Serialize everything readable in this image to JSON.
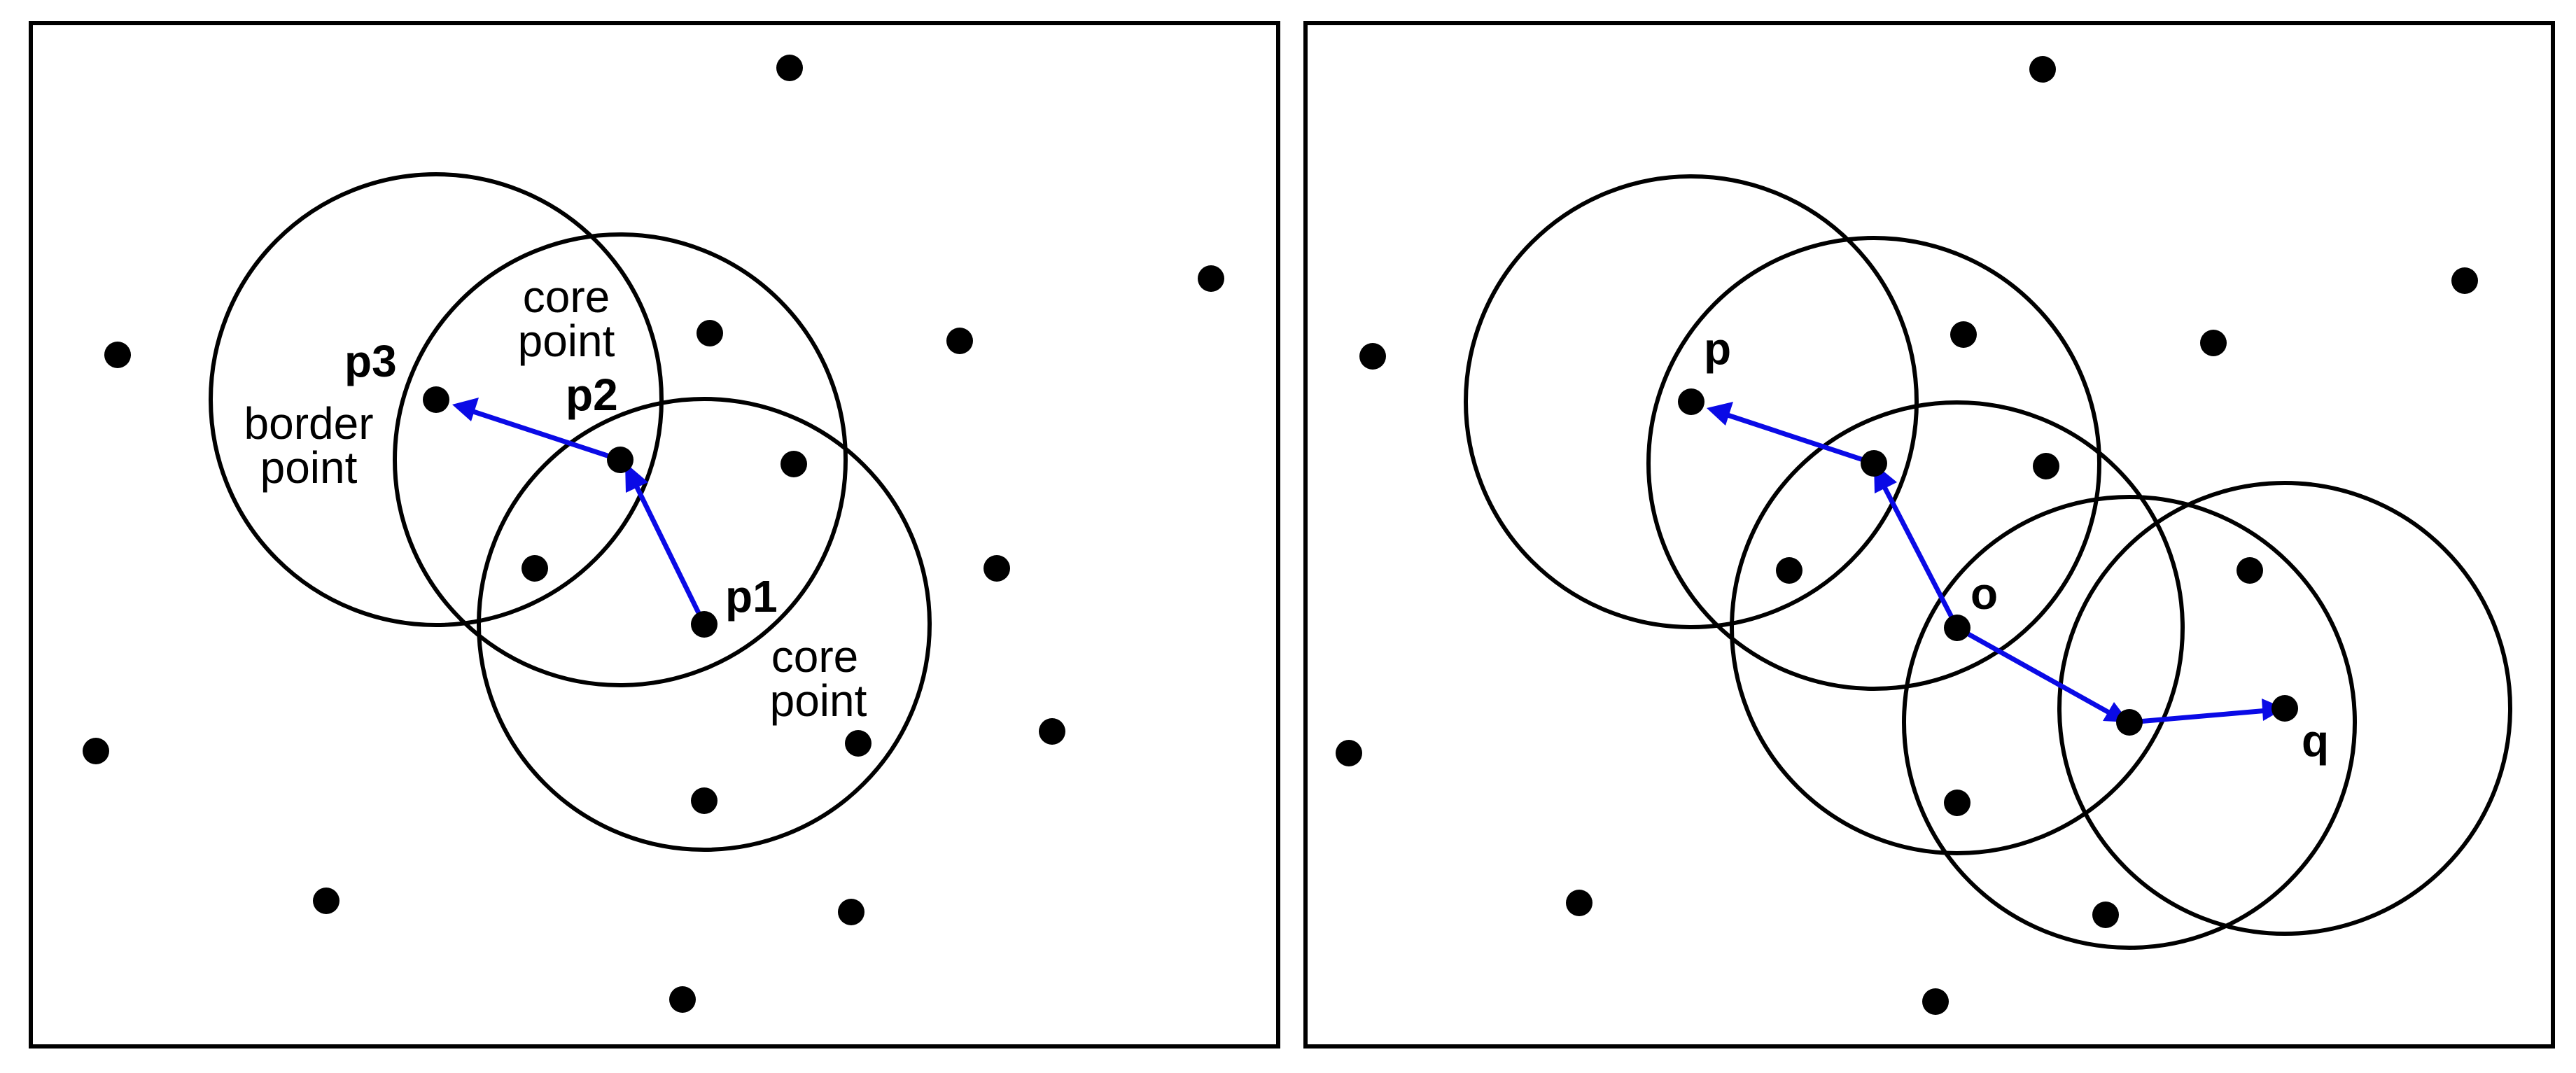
{
  "colors": {
    "point": "#000000",
    "circle": "#000000",
    "arrow": "#0a0ae6",
    "frame": "#000000",
    "background": "#ffffff"
  },
  "left_panel": {
    "labels": {
      "p1": "p1",
      "p2": "p2",
      "p3": "p3",
      "core_point_top_line1": "core",
      "core_point_top_line2": "point",
      "border_point_line1": "border",
      "border_point_line2": "point",
      "core_point_bottom_line1": "core",
      "core_point_bottom_line2": "point"
    }
  },
  "right_panel": {
    "labels": {
      "p": "p",
      "o": "o",
      "q": "q"
    }
  }
}
